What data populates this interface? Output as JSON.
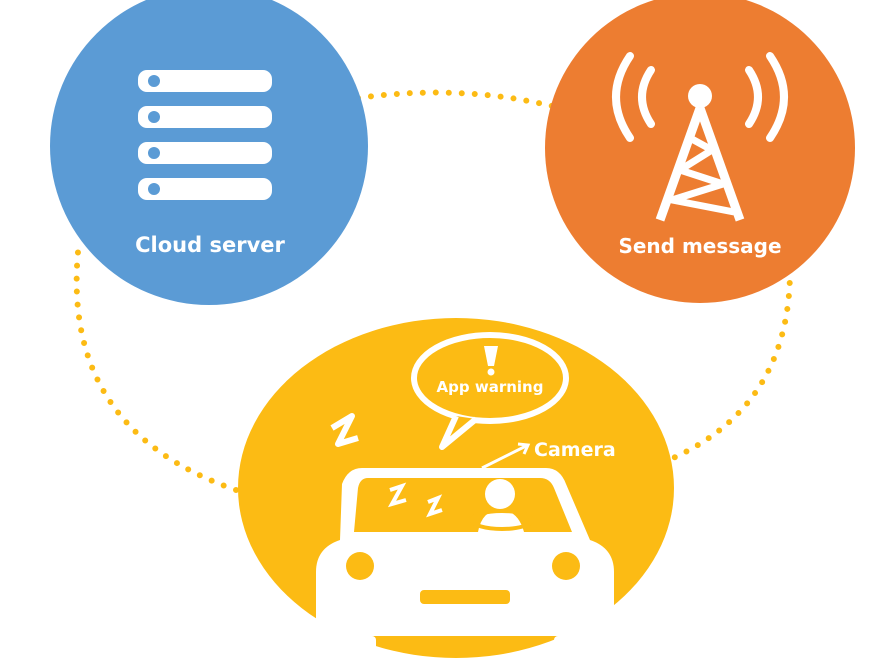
{
  "nodes": {
    "cloud": {
      "label": "Cloud server",
      "color": "#5b9bd5"
    },
    "message": {
      "label": "Send message",
      "color": "#ed7d31"
    },
    "car": {
      "color": "#fcbb14"
    }
  },
  "car_scene": {
    "bubble_label": "App warning",
    "camera_label": "Camera"
  },
  "connector_color": "#fcbb14",
  "icons": [
    "server-icon",
    "signal-tower-icon",
    "car-icon",
    "speech-bubble-icon",
    "sleep-z-icon",
    "camera-arrow-icon"
  ]
}
